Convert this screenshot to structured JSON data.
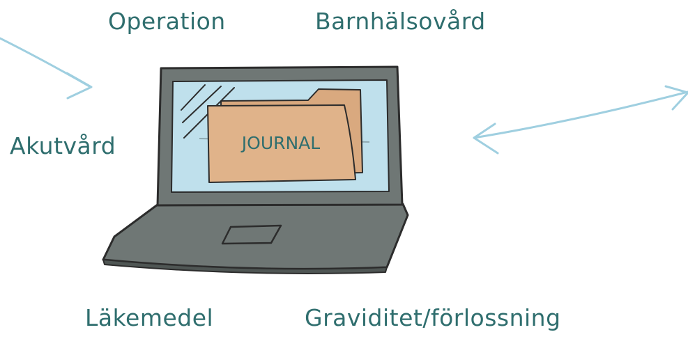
{
  "labels": {
    "operation": "Operation",
    "barnhalsovard": "Barnhälsovård",
    "akutvard": "Akutvård",
    "lakemedel": "Läkemedel",
    "graviditet": "Graviditet/förlossning"
  },
  "folder": {
    "label": "JOURNAL"
  },
  "colors": {
    "text": "#2f6e6e",
    "arrow": "#9fcfe0",
    "laptop_body": "#6f7775",
    "screen": "#bfe0ec",
    "folder": "#e0b38a",
    "outline": "#2c2c2c"
  },
  "icons": {
    "laptop": "laptop-icon",
    "folder": "folder-icon",
    "arrow_in": "arrow-right-icon",
    "arrow_double": "double-arrow-icon"
  }
}
